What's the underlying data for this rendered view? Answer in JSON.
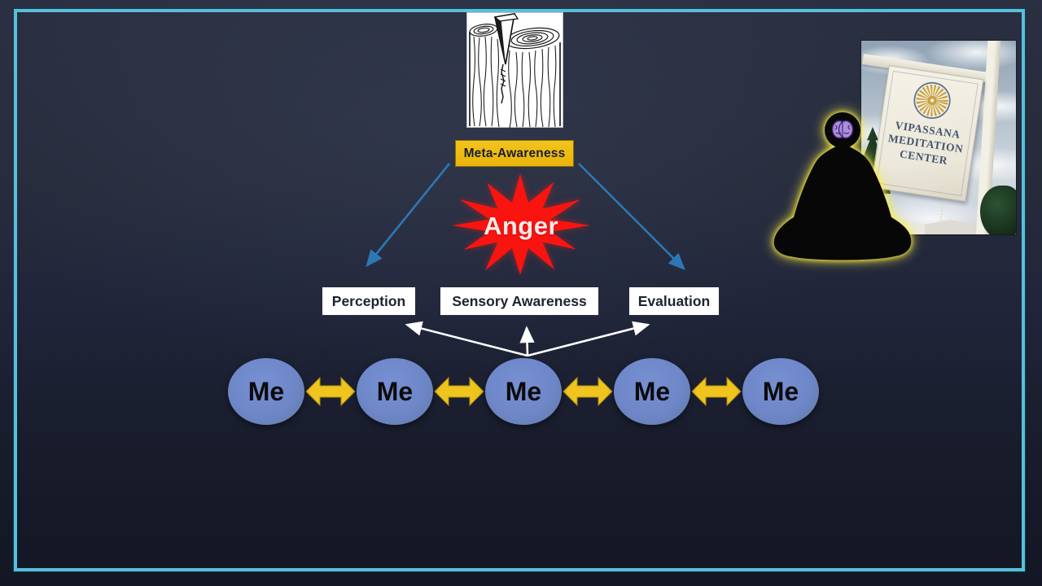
{
  "slide": {
    "meta_awareness_label": "Meta-Awareness",
    "anger_label": "Anger",
    "process_boxes": [
      {
        "label": "Perception"
      },
      {
        "label": "Sensory Awareness"
      },
      {
        "label": "Evaluation"
      }
    ],
    "me_nodes": [
      {
        "label": "Me"
      },
      {
        "label": "Me"
      },
      {
        "label": "Me"
      },
      {
        "label": "Me"
      },
      {
        "label": "Me"
      }
    ],
    "sign": {
      "lines": [
        "VIPASSANA",
        "MEDITATION",
        "CENTER"
      ]
    },
    "colors": {
      "background_top": "#2a2f41",
      "background_bottom": "#131724",
      "frame_cyan": "#57bfdb",
      "meta_box_gold": "#edb90e",
      "anger_red": "#fa1410",
      "me_node_blue": "#6d87c9",
      "me_link_yellow": "#efc41f",
      "flow_arrow_blue": "#2d77b5",
      "flow_arrow_white": "#ffffff",
      "sign_text_blue": "#44546e",
      "meditator_glow_yellow": "#f8ec3f",
      "brain_purple": "#ab8fd8"
    },
    "icons": {
      "log_wedge": "log-split-by-wedge-illustration",
      "anger_burst": "starburst-icon",
      "dharma_wheel": "dharma-wheel-icon",
      "meditator": "meditating-person-silhouette-icon",
      "brain": "brain-icon",
      "me_link": "double-headed-arrow-icon"
    }
  }
}
